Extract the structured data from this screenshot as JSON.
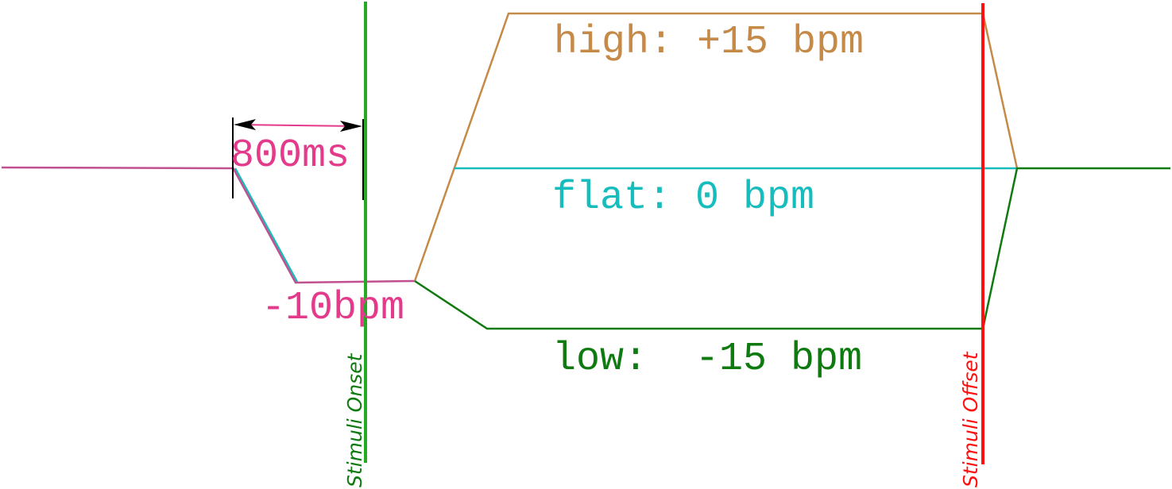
{
  "colors": {
    "baseline": "#c0508f",
    "flat": "#17bdbd",
    "high": "#c58a48",
    "low": "#0f7a0f",
    "onset_line": "#22aa22",
    "offset_line": "#ff1010",
    "dimension": "#000000",
    "pre_label": "#e33a8c"
  },
  "labels": {
    "interval": "800ms",
    "pre_drop": "-10bpm",
    "high": "high: +15 bpm",
    "flat": "flat: 0 bpm",
    "low": "low:  -15 bpm",
    "onset": "Stimuli Onset",
    "offset": "Stimuli Offset"
  }
}
